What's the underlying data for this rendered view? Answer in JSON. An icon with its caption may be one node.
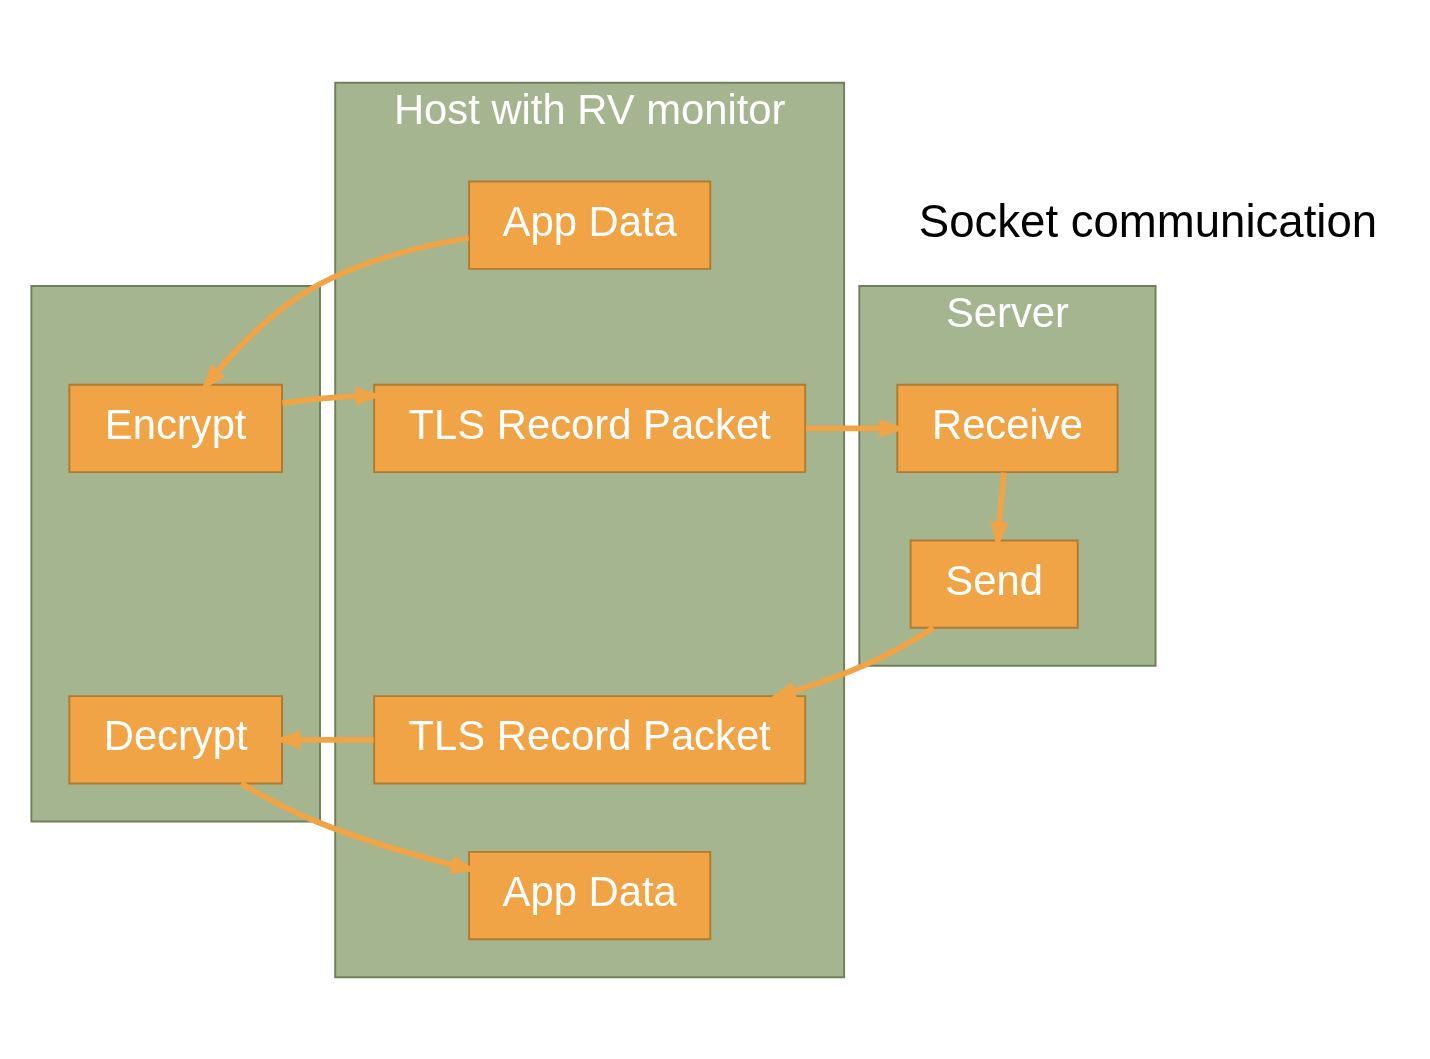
{
  "diagram": {
    "nodes": [
      {
        "text": [],
        "shape": "box"
      },
      {
        "text": [
          "Host with RV monitor"
        ]
      },
      {
        "text": [
          "Server"
        ]
      },
      {
        "text": [
          "App Data"
        ],
        "in": 1
      },
      {
        "text": [
          "Encrypt"
        ],
        "in": 0
      },
      {
        "text": [
          "TLS Record Packet"
        ],
        "in": 1
      },
      {
        "text": [
          "Receive"
        ],
        "in": 2
      },
      {
        "text": [
          "Send"
        ],
        "in": 2
      },
      {
        "text": [
          "Decrypt"
        ],
        "in": 0
      },
      {
        "text": [
          "TLS Record Packet"
        ],
        "in": 1
      },
      {
        "text": [
          "App Data"
        ],
        "in": 1
      }
    ],
    "edges": [
      {
        "from": 3,
        "to": 4,
        "arrow": "to"
      },
      {
        "from": 4,
        "to": 5,
        "arrow": "to"
      },
      {
        "from": 5,
        "to": 6,
        "arrow": "to"
      },
      {
        "from": 6,
        "to": 7,
        "arrow": "to"
      },
      {
        "from": 7,
        "to": 9,
        "arrow": "to"
      },
      {
        "from": 9,
        "to": 8,
        "arrow": "to"
      },
      {
        "from": 8,
        "to": 10,
        "arrow": "to"
      }
    ],
    "labels": [
      "Socket communication"
    ]
  }
}
